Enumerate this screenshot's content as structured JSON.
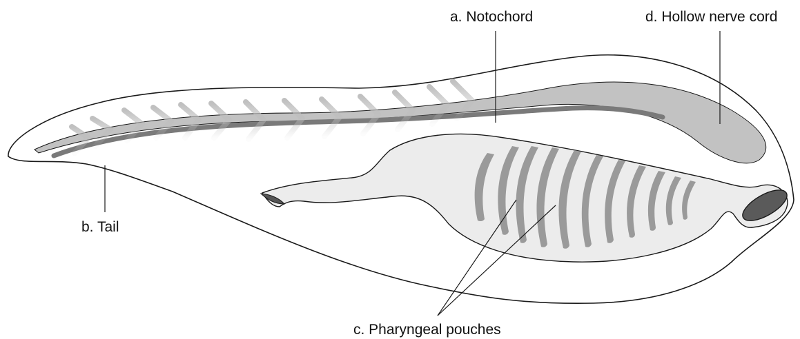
{
  "labels": {
    "notochord": "a. Notochord",
    "tail": "b. Tail",
    "pharyngeal_pouches": "c. Pharyngeal pouches",
    "hollow_nerve_cord": "d. Hollow nerve cord"
  },
  "colors": {
    "outline": "#1a1a1a",
    "body_fill": "#ffffff",
    "nerve_cord_fill": "#c2c2c2",
    "notochord_fill": "#7a7a7a",
    "pharynx_fill": "#ececec",
    "pouch_fill": "#9a9a9a",
    "muscle_chevron": "#c8c8c8",
    "mouth_fill": "#5a5a5a"
  }
}
